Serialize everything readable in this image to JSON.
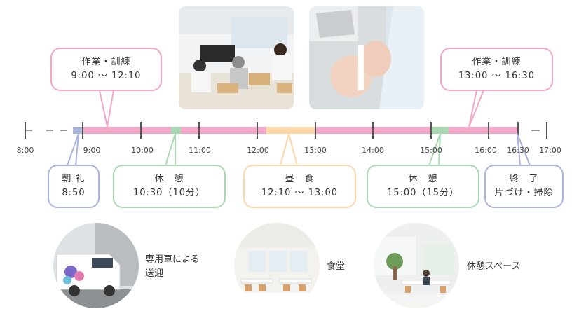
{
  "colors": {
    "work": "#f3a7c8",
    "break": "#a9d9b2",
    "lunch": "#fcd8a8",
    "morning": "#a9b3dc",
    "axis": "#555555"
  },
  "timeline": {
    "ticks": [
      "8:00",
      "9:00",
      "10:00",
      "11:00",
      "12:00",
      "13:00",
      "14:00",
      "15:00",
      "16:00",
      "16:30",
      "17:00"
    ]
  },
  "callouts": {
    "work_am": {
      "line1": "作業・訓練",
      "line2": "9:00 〜 12:10"
    },
    "work_pm": {
      "line1": "作業・訓練",
      "line2": "13:00 〜 16:30"
    },
    "morning": {
      "line1": "朝 礼",
      "line2": "8:50"
    },
    "break_am": {
      "line1": "休　憩",
      "line2": "10:30（10分）"
    },
    "lunch": {
      "line1": "昼　食",
      "line2": "12:10 〜 13:00"
    },
    "break_pm": {
      "line1": "休　憩",
      "line2": "15:00（15分）"
    },
    "end": {
      "line1": "終　了",
      "line2": "片づけ・掃除"
    }
  },
  "facilities": {
    "bus": "専用車による\n送迎",
    "bus_l1": "専用車による",
    "bus_l2": "送迎",
    "cafeteria": "食堂",
    "rest": "休憩スペース"
  }
}
